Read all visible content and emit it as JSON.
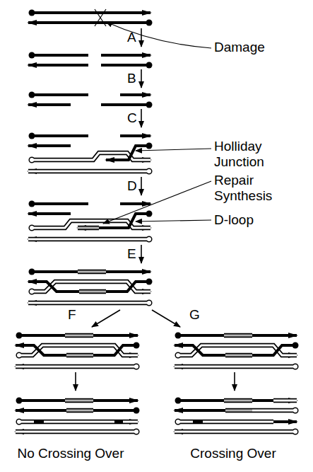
{
  "diagram": {
    "labels": [
      "A",
      "Damage",
      "B",
      "C",
      "Holliday Junction",
      "D",
      "Repair Synthesis",
      "D-loop",
      "E",
      "F",
      "G",
      "No Crossing Over",
      "Crossing Over"
    ]
  }
}
